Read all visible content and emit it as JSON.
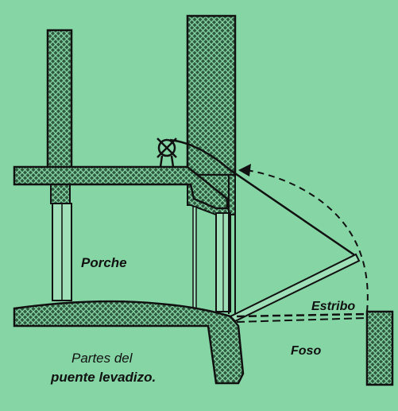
{
  "labels": {
    "porch": "Porche",
    "stirrup": "Estribo",
    "moat": "Foso",
    "caption_line1": "Partes del",
    "caption_line2": "puente levadizo."
  },
  "colors": {
    "background": "#86d5a5",
    "ink": "#111111",
    "hatch_fill": "#2f5a3f",
    "column_fill": "#9fe0b8"
  },
  "icons": {
    "winch": "winch-icon"
  }
}
